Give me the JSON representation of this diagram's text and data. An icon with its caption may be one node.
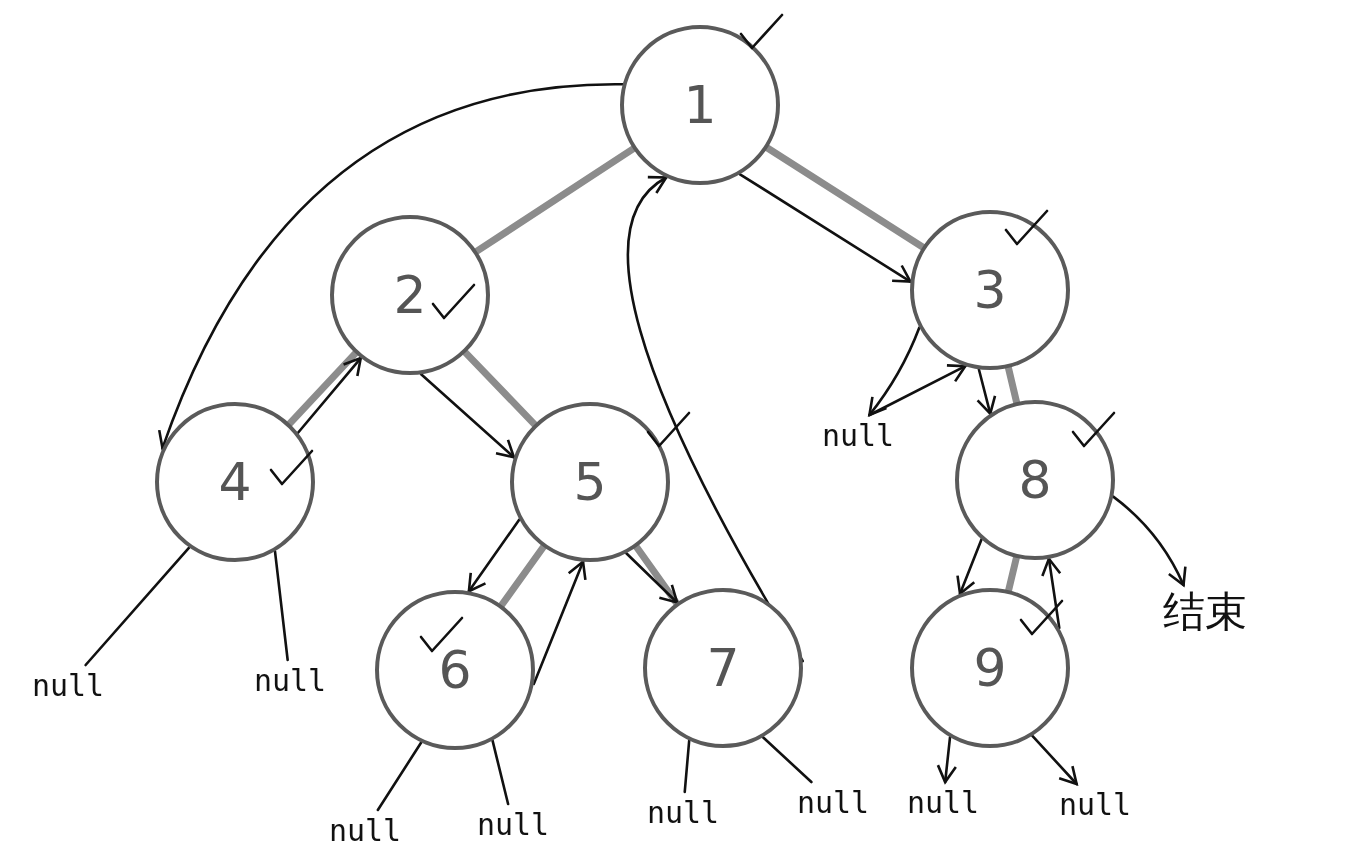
{
  "diagram": {
    "nodes": [
      {
        "text": [
          "1"
        ]
      },
      {
        "text": [
          "2"
        ]
      },
      {
        "text": [
          "3"
        ]
      },
      {
        "text": [
          "4"
        ]
      },
      {
        "text": [
          "5"
        ]
      },
      {
        "text": [
          "8"
        ]
      },
      {
        "text": [
          "null"
        ]
      },
      {
        "text": [
          "6"
        ]
      },
      {
        "text": [
          "7"
        ]
      },
      {
        "text": [
          "9"
        ]
      },
      {
        "text": [
          "结束"
        ]
      },
      {
        "text": [
          "null"
        ]
      },
      {
        "text": [
          "null"
        ]
      },
      {
        "text": [
          "null"
        ]
      },
      {
        "text": [
          "null"
        ]
      },
      {
        "text": [
          "null"
        ]
      },
      {
        "text": [
          "null"
        ]
      },
      {
        "text": [
          "null"
        ]
      },
      {
        "text": [
          "null"
        ]
      }
    ],
    "edges": [
      {
        "from": 0,
        "to": 1,
        "arrow": "none",
        "style": "thick",
        "color": "#8c8c8c"
      },
      {
        "from": 0,
        "to": 2,
        "arrow": "none",
        "style": "thick",
        "color": "#8c8c8c"
      },
      {
        "from": 1,
        "to": 3,
        "arrow": "none",
        "style": "thick",
        "color": "#8c8c8c"
      },
      {
        "from": 1,
        "to": 4,
        "arrow": "none",
        "style": "thick",
        "color": "#8c8c8c"
      },
      {
        "from": 4,
        "to": 7,
        "arrow": "none",
        "style": "thick",
        "color": "#8c8c8c"
      },
      {
        "from": 4,
        "to": 8,
        "arrow": "none",
        "style": "thick",
        "color": "#8c8c8c"
      },
      {
        "from": 2,
        "to": 5,
        "arrow": "none",
        "style": "thick",
        "color": "#8c8c8c"
      },
      {
        "from": 5,
        "to": 9,
        "arrow": "none",
        "style": "thick",
        "color": "#8c8c8c"
      },
      {
        "from": 3,
        "to": 11,
        "arrow": "none"
      },
      {
        "from": 3,
        "to": 12,
        "arrow": "none"
      },
      {
        "from": 7,
        "to": 13,
        "arrow": "none"
      },
      {
        "from": 7,
        "to": 14,
        "arrow": "none"
      },
      {
        "from": 8,
        "to": 15,
        "arrow": "none"
      },
      {
        "from": 8,
        "to": 16,
        "arrow": "none"
      },
      {
        "from": 9,
        "to": 17,
        "arrow": "to"
      },
      {
        "from": 9,
        "to": 18,
        "arrow": "to"
      },
      {
        "from": 0,
        "to": 3,
        "arrow": "to"
      },
      {
        "from": 3,
        "to": 1,
        "arrow": "to"
      },
      {
        "from": 1,
        "to": 4,
        "arrow": "to"
      },
      {
        "from": 4,
        "to": 7,
        "arrow": "to"
      },
      {
        "from": 7,
        "to": 4,
        "arrow": "to"
      },
      {
        "from": 4,
        "to": 8,
        "arrow": "to"
      },
      {
        "from": 8,
        "to": 0,
        "arrow": "to"
      },
      {
        "from": 0,
        "to": 2,
        "arrow": "to"
      },
      {
        "from": 2,
        "to": 6,
        "arrow": "to"
      },
      {
        "from": 6,
        "to": 2,
        "arrow": "to"
      },
      {
        "from": 2,
        "to": 5,
        "arrow": "to"
      },
      {
        "from": 5,
        "to": 9,
        "arrow": "to"
      },
      {
        "from": 9,
        "to": 5,
        "arrow": "to"
      },
      {
        "from": 5,
        "to": 10,
        "arrow": "to"
      }
    ]
  }
}
